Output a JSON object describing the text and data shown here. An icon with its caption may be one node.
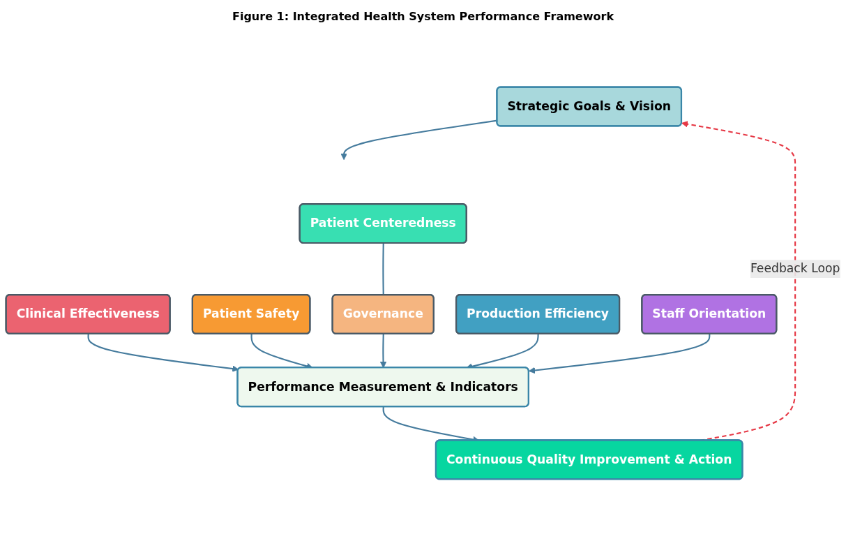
{
  "diagram": {
    "title": "Figure 1: Integrated Health System Performance Framework",
    "nodes": [
      {
        "text": [
          "Strategic Goals & Vision"
        ]
      },
      {
        "text": [
          "Clinical Effectiveness"
        ]
      },
      {
        "text": [
          "Patient Safety"
        ]
      },
      {
        "text": [
          "Patient Centeredness"
        ]
      },
      {
        "text": [
          "Production Efficiency"
        ]
      },
      {
        "text": [
          "Staff Orientation"
        ]
      },
      {
        "text": [
          "Governance"
        ]
      },
      {
        "text": [
          "Performance Measurement & Indicators"
        ]
      },
      {
        "text": [
          "Continuous Quality Improvement & Action"
        ]
      }
    ],
    "edges": [
      {
        "from": 0,
        "to": null,
        "arrow": "to"
      },
      {
        "from": 1,
        "to": 7,
        "arrow": "to"
      },
      {
        "from": 2,
        "to": 7,
        "arrow": "to"
      },
      {
        "from": 3,
        "to": 6,
        "arrow": "none"
      },
      {
        "from": 6,
        "to": 7,
        "arrow": "to"
      },
      {
        "from": 4,
        "to": 7,
        "arrow": "to"
      },
      {
        "from": 5,
        "to": 7,
        "arrow": "to"
      },
      {
        "from": 7,
        "to": 8,
        "arrow": "to"
      },
      {
        "from": 8,
        "to": 0,
        "arrow": "to",
        "label": "Feedback Loop",
        "style": "dashed",
        "color": "#e63946"
      }
    ]
  }
}
